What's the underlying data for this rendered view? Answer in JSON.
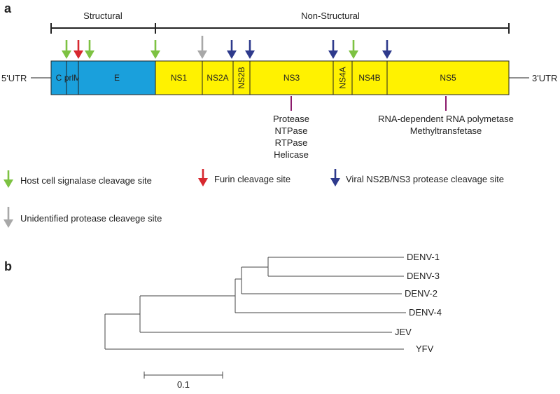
{
  "panel_a": {
    "letter": "a",
    "structural_label": "Structural",
    "nonstructural_label": "Non-Structural",
    "utr5": "5'UTR",
    "utr3": "3'UTR",
    "segments": [
      {
        "key": "C",
        "label": "C",
        "color": "#1aa0dc"
      },
      {
        "key": "prM",
        "label": "prlM",
        "color": "#1aa0dc"
      },
      {
        "key": "E",
        "label": "E",
        "color": "#1aa0dc"
      },
      {
        "key": "NS1",
        "label": "NS1",
        "color": "#fff200"
      },
      {
        "key": "NS2A",
        "label": "NS2A",
        "color": "#fff200"
      },
      {
        "key": "NS2B",
        "label": "NS2B",
        "color": "#fff200",
        "vertical": true
      },
      {
        "key": "NS3",
        "label": "NS3",
        "color": "#fff200"
      },
      {
        "key": "NS4A",
        "label": "NS4A",
        "color": "#fff200",
        "vertical": true
      },
      {
        "key": "NS4B",
        "label": "NS4B",
        "color": "#fff200"
      },
      {
        "key": "NS5",
        "label": "NS5",
        "color": "#fff200"
      }
    ],
    "ns3_functions": [
      "Protease",
      "NTPase",
      "RTPase",
      "Helicase"
    ],
    "ns5_functions": [
      "RNA-dependent RNA polymetase",
      "Methyltransfetase"
    ],
    "annotation_color": "#8b1a6b",
    "arrow_types": {
      "host": {
        "color": "#7dc242",
        "label": "Host cell signalase cleavage site"
      },
      "furin": {
        "color": "#d7282f",
        "label": "Furin cleavage site"
      },
      "viral": {
        "color": "#2e3a8c",
        "label": "Viral NS2B/NS3 protease cleavage site"
      },
      "unknown": {
        "color": "#a8a8a8",
        "label": "Unidentified protease cleavege site"
      }
    },
    "arrows": [
      "host",
      "furin",
      "host",
      "host",
      "unknown",
      "viral",
      "viral",
      "viral",
      "host",
      "viral"
    ]
  },
  "panel_b": {
    "letter": "b",
    "leaves": [
      "DENV-1",
      "DENV-3",
      "DENV-2",
      "DENV-4",
      "JEV",
      "YFV"
    ],
    "scale_label": "0.1"
  }
}
